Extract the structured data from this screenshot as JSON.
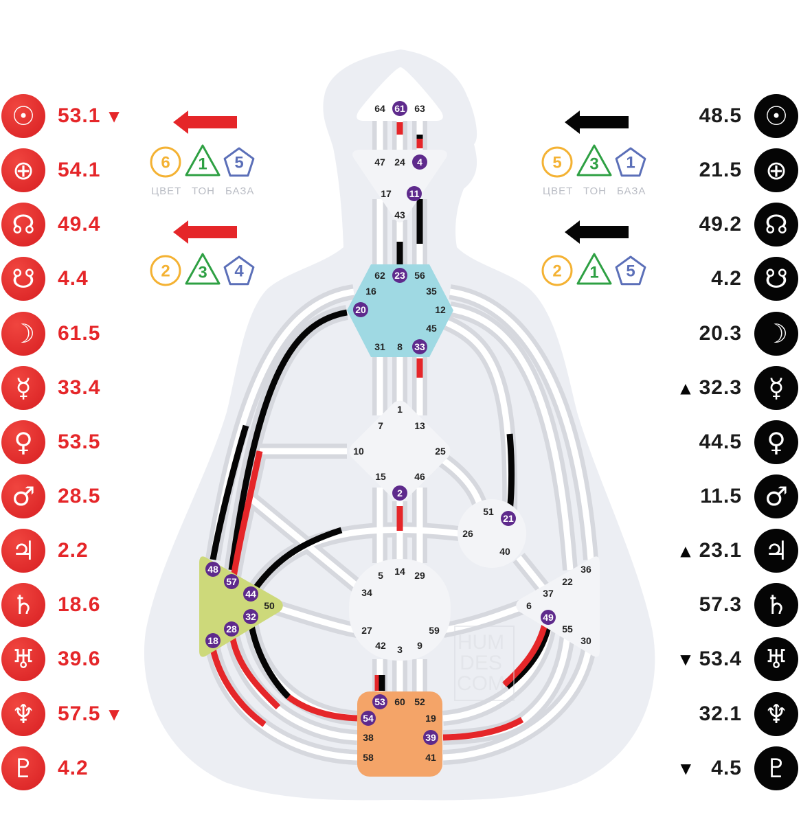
{
  "colors": {
    "design": "#e52629",
    "personality": "#050505",
    "active_gate": "#5e2a8c",
    "head": "#ffffff",
    "throat": "#9fd9e3",
    "spleen": "#cdd97a",
    "root": "#f4a468",
    "undefined": "#f1f2f5"
  },
  "design_column": [
    {
      "planet": "sun-icon",
      "symbol": "☉",
      "value": "53.1",
      "marker": "▼"
    },
    {
      "planet": "earth-icon",
      "symbol": "⊕",
      "value": "54.1",
      "marker": ""
    },
    {
      "planet": "north-node-icon",
      "symbol": "☊",
      "value": "49.4",
      "marker": ""
    },
    {
      "planet": "south-node-icon",
      "symbol": "☋",
      "value": "4.4",
      "marker": ""
    },
    {
      "planet": "moon-icon",
      "symbol": "☽",
      "value": "61.5",
      "marker": ""
    },
    {
      "planet": "mercury-icon",
      "symbol": "☿",
      "value": "33.4",
      "marker": ""
    },
    {
      "planet": "venus-icon",
      "symbol": "♀",
      "value": "53.5",
      "marker": ""
    },
    {
      "planet": "mars-icon",
      "symbol": "♂",
      "value": "28.5",
      "marker": ""
    },
    {
      "planet": "jupiter-icon",
      "symbol": "♃",
      "value": "2.2",
      "marker": ""
    },
    {
      "planet": "saturn-icon",
      "symbol": "♄",
      "value": "18.6",
      "marker": ""
    },
    {
      "planet": "uranus-icon",
      "symbol": "♅",
      "value": "39.6",
      "marker": ""
    },
    {
      "planet": "neptune-icon",
      "symbol": "♆",
      "value": "57.5",
      "marker": "▼"
    },
    {
      "planet": "pluto-icon",
      "symbol": "♇",
      "value": "4.2",
      "marker": ""
    }
  ],
  "personality_column": [
    {
      "planet": "sun-icon",
      "symbol": "☉",
      "value": "48.5",
      "marker": ""
    },
    {
      "planet": "earth-icon",
      "symbol": "⊕",
      "value": "21.5",
      "marker": ""
    },
    {
      "planet": "north-node-icon",
      "symbol": "☊",
      "value": "49.2",
      "marker": ""
    },
    {
      "planet": "south-node-icon",
      "symbol": "☋",
      "value": "4.2",
      "marker": ""
    },
    {
      "planet": "moon-icon",
      "symbol": "☽",
      "value": "20.3",
      "marker": ""
    },
    {
      "planet": "mercury-icon",
      "symbol": "☿",
      "value": "32.3",
      "marker": "▲"
    },
    {
      "planet": "venus-icon",
      "symbol": "♀",
      "value": "44.5",
      "marker": ""
    },
    {
      "planet": "mars-icon",
      "symbol": "♂",
      "value": "11.5",
      "marker": ""
    },
    {
      "planet": "jupiter-icon",
      "symbol": "♃",
      "value": "23.1",
      "marker": "▲"
    },
    {
      "planet": "saturn-icon",
      "symbol": "♄",
      "value": "57.3",
      "marker": ""
    },
    {
      "planet": "uranus-icon",
      "symbol": "♅",
      "value": "53.4",
      "marker": "▼"
    },
    {
      "planet": "neptune-icon",
      "symbol": "♆",
      "value": "32.1",
      "marker": ""
    },
    {
      "planet": "pluto-icon",
      "symbol": "♇",
      "value": "4.5",
      "marker": "▼"
    }
  ],
  "variables": {
    "labels": [
      "ЦВЕТ",
      "ТОН",
      "БАЗА"
    ],
    "design_top": [
      "6",
      "1",
      "5"
    ],
    "design_bottom": [
      "2",
      "3",
      "4"
    ],
    "personality_top": [
      "5",
      "3",
      "1"
    ],
    "personality_bottom": [
      "2",
      "1",
      "5"
    ]
  },
  "centers": {
    "head": [
      {
        "n": "64"
      },
      {
        "n": "61",
        "active": true
      },
      {
        "n": "63"
      }
    ],
    "ajna": [
      {
        "n": "47"
      },
      {
        "n": "24"
      },
      {
        "n": "4",
        "active": true
      },
      {
        "n": "17"
      },
      {
        "n": "11",
        "active": true
      },
      {
        "n": "43"
      }
    ],
    "throat": [
      {
        "n": "62"
      },
      {
        "n": "23",
        "active": true
      },
      {
        "n": "56"
      },
      {
        "n": "16"
      },
      {
        "n": "35"
      },
      {
        "n": "20",
        "active": true
      },
      {
        "n": "12"
      },
      {
        "n": "45"
      },
      {
        "n": "31"
      },
      {
        "n": "8"
      },
      {
        "n": "33",
        "active": true
      }
    ],
    "g": [
      {
        "n": "1"
      },
      {
        "n": "7"
      },
      {
        "n": "13"
      },
      {
        "n": "10"
      },
      {
        "n": "25"
      },
      {
        "n": "15"
      },
      {
        "n": "46"
      },
      {
        "n": "2",
        "active": true
      }
    ],
    "heart": [
      {
        "n": "51"
      },
      {
        "n": "21",
        "active": true
      },
      {
        "n": "26"
      },
      {
        "n": "40"
      }
    ],
    "sacral": [
      {
        "n": "5"
      },
      {
        "n": "14"
      },
      {
        "n": "29"
      },
      {
        "n": "34"
      },
      {
        "n": "27"
      },
      {
        "n": "59"
      },
      {
        "n": "42"
      },
      {
        "n": "3"
      },
      {
        "n": "9"
      }
    ],
    "spleen": [
      {
        "n": "48",
        "active": true
      },
      {
        "n": "57",
        "active": true
      },
      {
        "n": "44",
        "active": true
      },
      {
        "n": "50"
      },
      {
        "n": "32",
        "active": true
      },
      {
        "n": "28",
        "active": true
      },
      {
        "n": "18",
        "active": true
      }
    ],
    "solar_plexus": [
      {
        "n": "36"
      },
      {
        "n": "22"
      },
      {
        "n": "37"
      },
      {
        "n": "6"
      },
      {
        "n": "49",
        "active": true
      },
      {
        "n": "55"
      },
      {
        "n": "30"
      }
    ],
    "root": [
      {
        "n": "53",
        "active": true
      },
      {
        "n": "60"
      },
      {
        "n": "52"
      },
      {
        "n": "54",
        "active": true
      },
      {
        "n": "19"
      },
      {
        "n": "38"
      },
      {
        "n": "39",
        "active": true
      },
      {
        "n": "58"
      },
      {
        "n": "41"
      }
    ]
  },
  "watermark": [
    "HUM",
    "DES",
    "COM"
  ]
}
